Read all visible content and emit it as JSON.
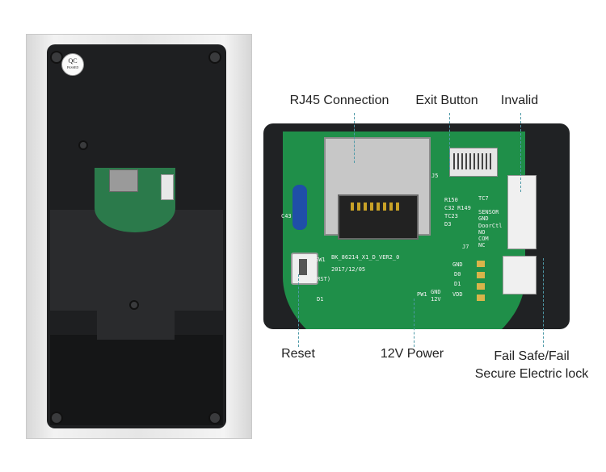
{
  "device": {
    "qc_sticker": {
      "line1": "QC",
      "line2": "PASSED"
    }
  },
  "pcb": {
    "silkscreen": {
      "board_id": "BK_86214_X1_D_VER2_0",
      "date": "2017/12/05",
      "j5": "J5",
      "r150": "R150",
      "c32": "C32",
      "r149": "R149",
      "tc23": "TC23",
      "d3": "D3",
      "tc7": "TC7",
      "c43": "C43",
      "sensor": "SENSOR",
      "gnd": "GND",
      "doorctl": "DoorCtl",
      "no": "NO",
      "com": "COM",
      "nc": "NC",
      "j7": "J7",
      "gnd2": "GND",
      "d0": "D0",
      "d1": "D1",
      "vdd": "VDD",
      "pw1": "PW1",
      "gnd3": "GND",
      "v12": "12V",
      "sw1": "SW1",
      "rst": "(RST)",
      "d1_ref": "D1"
    }
  },
  "labels": {
    "rj45": "RJ45 Connection",
    "exit_button": "Exit Button",
    "invalid": "Invalid",
    "reset": "Reset",
    "power": "12V Power",
    "fail_line1": "Fail Safe/Fail",
    "fail_line2": "Secure Electric lock"
  }
}
